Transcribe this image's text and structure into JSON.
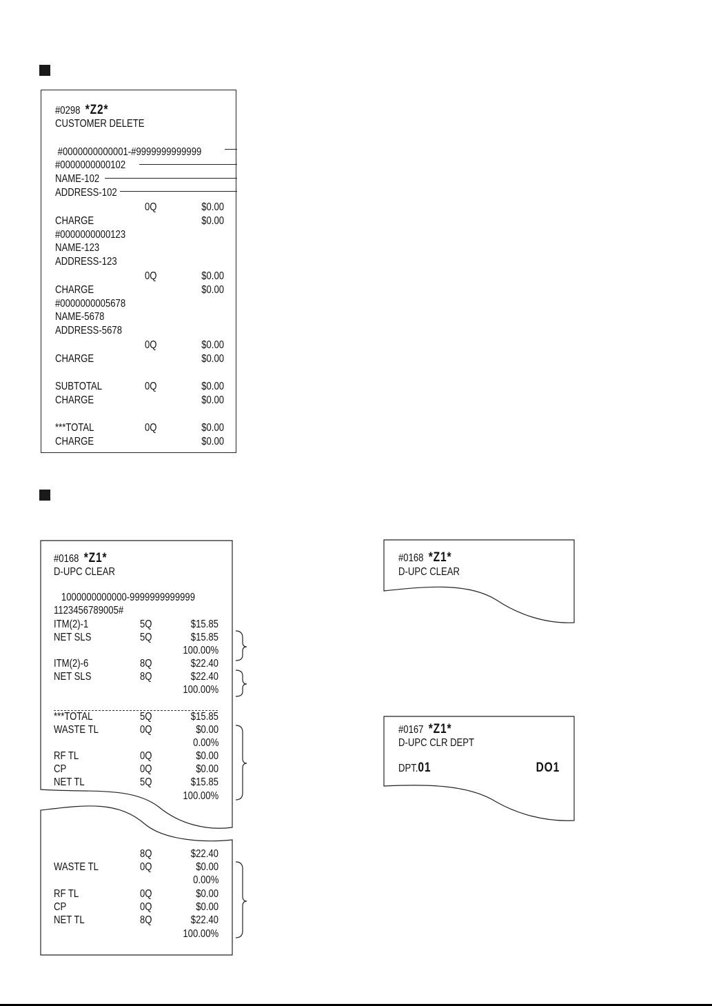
{
  "customer_delete": {
    "lines": [
      {
        "l": "#0298  ",
        "big": "*Z2*"
      },
      {
        "l": "CUSTOMER DELETE"
      },
      {
        "l": " #0000000000001-#9999999999999"
      },
      {
        "l": "#0000000000102"
      },
      {
        "l": "NAME-102"
      },
      {
        "l": "ADDRESS-102"
      },
      {
        "l": "",
        "q": "0Q",
        "a": "$0.00"
      },
      {
        "l": "CHARGE",
        "a": "$0.00"
      },
      {
        "l": "#0000000000123"
      },
      {
        "l": "NAME-123"
      },
      {
        "l": "ADDRESS-123"
      },
      {
        "l": "",
        "q": "0Q",
        "a": "$0.00"
      },
      {
        "l": "CHARGE",
        "a": "$0.00"
      },
      {
        "l": "#0000000005678"
      },
      {
        "l": "NAME-5678"
      },
      {
        "l": "ADDRESS-5678"
      },
      {
        "l": "",
        "q": "0Q",
        "a": "$0.00"
      },
      {
        "l": "CHARGE",
        "a": "$0.00"
      },
      {
        "l": "SUBTOTAL",
        "q": "0Q",
        "a": "$0.00"
      },
      {
        "l": "CHARGE",
        "a": "$0.00"
      },
      {
        "l": "***TOTAL",
        "q": "0Q",
        "a": "$0.00"
      },
      {
        "l": "CHARGE",
        "a": "$0.00"
      }
    ]
  },
  "dupc_clear": {
    "lines": [
      {
        "l": "#0168  ",
        "big": "*Z1*"
      },
      {
        "l": "D-UPC CLEAR"
      },
      {
        "l": "   1000000000000-9999999999999"
      },
      {
        "l": "1123456789005#"
      },
      {
        "l": "ITM(2)-1",
        "q": "5Q",
        "a": "$15.85"
      },
      {
        "l": "NET SLS",
        "q": "5Q",
        "a": "$15.85"
      },
      {
        "l": "",
        "a": "100.00%"
      },
      {
        "l": "ITM(2)-6",
        "q": "8Q",
        "a": "$22.40"
      },
      {
        "l": "NET SLS",
        "q": "8Q",
        "a": "$22.40"
      },
      {
        "l": "",
        "a": "100.00%"
      },
      {
        "l": "***TOTAL",
        "q": "5Q",
        "a": "$15.85"
      },
      {
        "l": "WASTE TL",
        "q": "0Q",
        "a": "$0.00"
      },
      {
        "l": "",
        "a": "0.00%"
      },
      {
        "l": "RF TL",
        "q": "0Q",
        "a": "$0.00"
      },
      {
        "l": "CP",
        "q": "0Q",
        "a": "$0.00"
      },
      {
        "l": "NET TL",
        "q": "5Q",
        "a": "$15.85"
      },
      {
        "l": "",
        "a": "100.00%"
      }
    ]
  },
  "dupc_clear_cont": {
    "lines": [
      {
        "l": "",
        "q": "8Q",
        "a": "$22.40"
      },
      {
        "l": "WASTE TL",
        "q": "0Q",
        "a": "$0.00"
      },
      {
        "l": "",
        "a": "0.00%"
      },
      {
        "l": "RF TL",
        "q": "0Q",
        "a": "$0.00"
      },
      {
        "l": "CP",
        "q": "0Q",
        "a": "$0.00"
      },
      {
        "l": "NET TL",
        "q": "8Q",
        "a": "$22.40"
      },
      {
        "l": "",
        "a": "100.00%"
      }
    ]
  },
  "dupc_clear_short": {
    "lines": [
      {
        "l": "#0168  ",
        "big": "*Z1*"
      },
      {
        "l": "D-UPC CLEAR"
      }
    ]
  },
  "dupc_clr_dept": {
    "lines": [
      {
        "l": "#0167  ",
        "big": "*Z1*"
      },
      {
        "l": "D-UPC CLR DEPT"
      },
      {
        "l": "DPT.",
        "big": "01",
        "a": "",
        "bigright": "DO1"
      }
    ]
  }
}
